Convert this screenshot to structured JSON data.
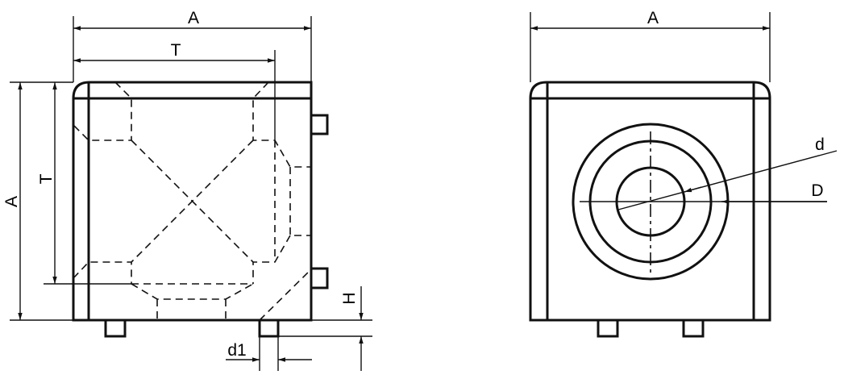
{
  "labels": {
    "side_width": "A",
    "side_thread_depth_h": "T",
    "side_height": "A",
    "side_thread_depth_v": "T",
    "pin_height": "H",
    "pin_diameter": "d1",
    "front_width": "A",
    "bore_d": "d",
    "bore_D": "D"
  },
  "colors": {
    "body_fill": "#e6e6e6",
    "line": "#111111"
  }
}
